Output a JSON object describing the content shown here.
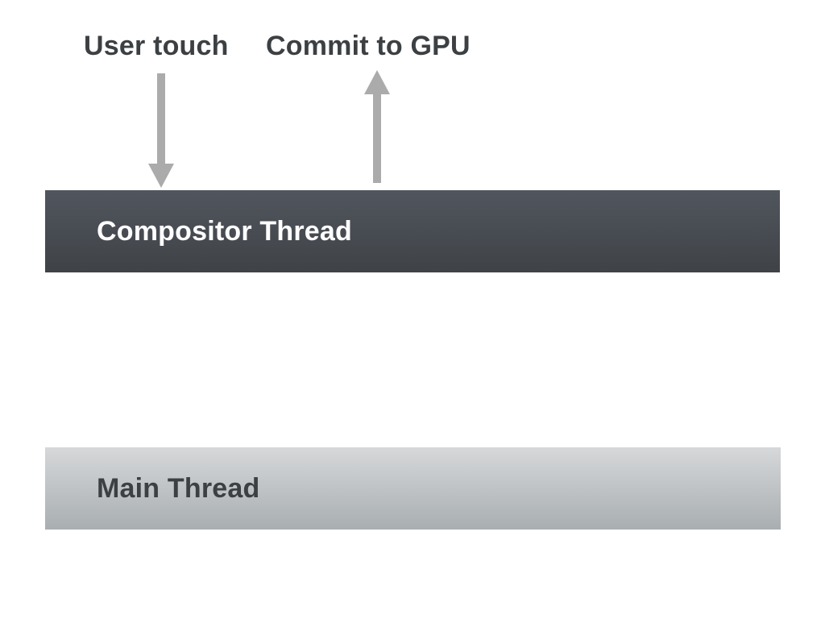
{
  "labels": {
    "user_touch": "User touch",
    "commit_to_gpu": "Commit to GPU"
  },
  "bars": {
    "compositor_label": "Compositor Thread",
    "main_label": "Main Thread"
  },
  "icons": {
    "down_arrow": "down-arrow-icon",
    "up_arrow": "up-arrow-icon"
  },
  "colors": {
    "background": "#ffffff",
    "header_text": "#3c4043",
    "arrow": "#ababab",
    "compositor_gradient_top": "#51565e",
    "compositor_gradient_bottom": "#3f4347",
    "compositor_text": "#ffffff",
    "main_gradient_top": "#d6d8da",
    "main_gradient_bottom": "#a9aeb0",
    "main_text": "#3c4043"
  }
}
